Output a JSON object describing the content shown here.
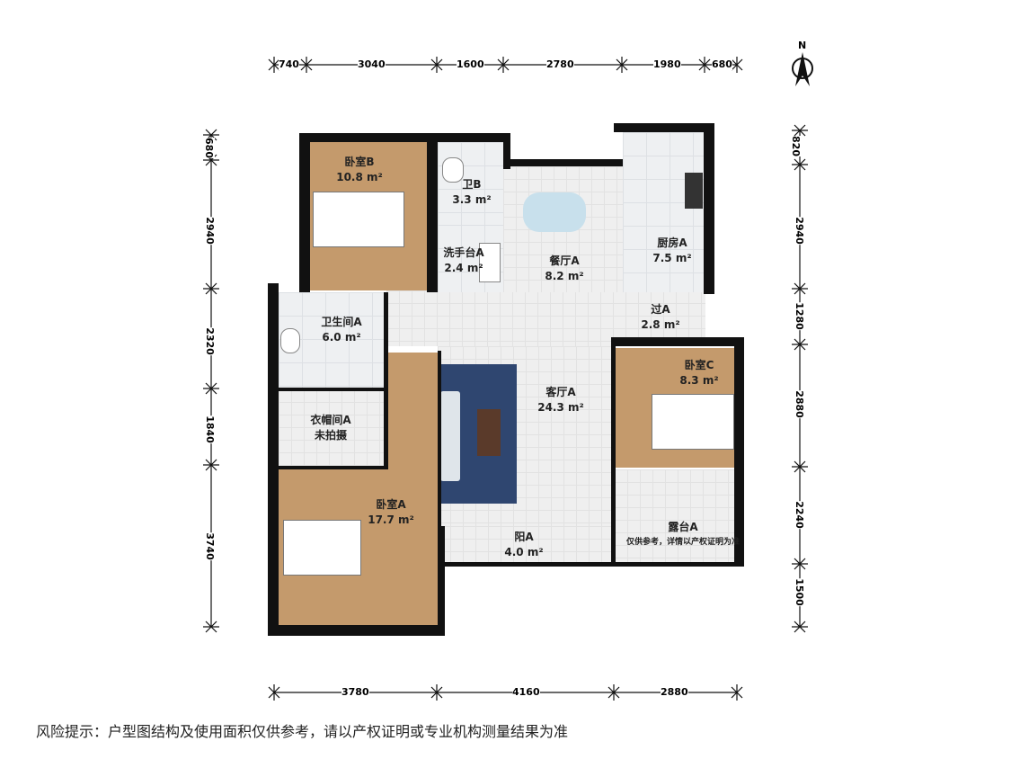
{
  "dimensions": {
    "top": [
      "740",
      "3040",
      "1600",
      "2780",
      "1980",
      "680"
    ],
    "bottom": [
      "3780",
      "4160",
      "2880"
    ],
    "left": [
      "680",
      "2940",
      "2320",
      "1840",
      "3740"
    ],
    "right": [
      "820",
      "2940",
      "1280",
      "2880",
      "2240",
      "1500"
    ]
  },
  "rooms": {
    "bedroom_b": {
      "name": "卧室B",
      "area": "10.8 m²"
    },
    "bath_b": {
      "name": "卫B",
      "area": "3.3 m²"
    },
    "washstand_a": {
      "name": "洗手台A",
      "area": "2.4 m²"
    },
    "dining_a": {
      "name": "餐厅A",
      "area": "8.2 m²"
    },
    "kitchen_a": {
      "name": "厨房A",
      "area": "7.5 m²"
    },
    "passage_a": {
      "name": "过A",
      "area": "2.8 m²"
    },
    "bathroom_a": {
      "name": "卫生间A",
      "area": "6.0 m²"
    },
    "cloakroom_a": {
      "name": "衣帽间A",
      "area": "未拍摄"
    },
    "living_a": {
      "name": "客厅A",
      "area": "24.3 m²"
    },
    "bedroom_c": {
      "name": "卧室C",
      "area": "8.3 m²"
    },
    "bedroom_a": {
      "name": "卧室A",
      "area": "17.7 m²"
    },
    "balcony_a": {
      "name": "阳A",
      "area": "4.0 m²"
    },
    "terrace_a": {
      "name": "露台A",
      "area": "仅供参考，详情以产权证明为准"
    }
  },
  "compass_label": "N",
  "risk_notice": "风险提示：户型图结构及使用面积仅供参考，请以产权证明或专业机构测量结果为准"
}
